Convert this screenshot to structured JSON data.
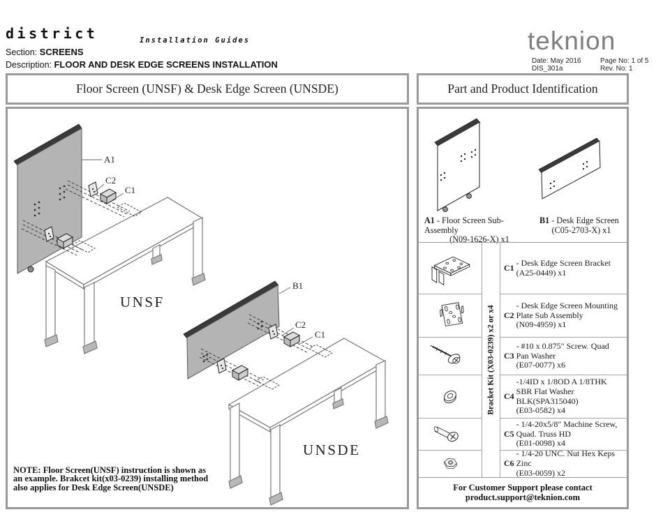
{
  "header": {
    "brand": "district",
    "guides": "Installation Guides",
    "section_label": "Section:",
    "section_value": "SCREENS",
    "description_label": "Description:",
    "description_value": "FLOOR AND DESK EDGE SCREENS INSTALLATION",
    "logo": "teknion",
    "date": "Date: May 2016",
    "page": "Page No: 1 of 5",
    "doc": "DIS_301a",
    "rev": "Rev. No: 1"
  },
  "left_panel": {
    "title": "Floor Screen (UNSF)  &  Desk Edge  Screen (UNSDE)",
    "labels": {
      "a1": "A1",
      "c2a": "C2",
      "c1a": "C1",
      "unsf": "UNSF",
      "b1": "B1",
      "c2b": "C2",
      "c1b": "C1",
      "unsde": "UNSDE"
    },
    "note": "NOTE: Floor Screen(UNSF) instruction is shown as\nan example. Brakcet kit(x03-0239) installing method\nalso applies for Desk Edge Screen(UNSDE)"
  },
  "right_panel": {
    "title": "Part and Product Identification",
    "a1": {
      "code": "A1",
      "name": "- Floor Screen Sub-Assembly",
      "part": "(N09-1626-X) x1"
    },
    "b1": {
      "code": "B1",
      "name": "- Desk Edge Screen",
      "part": "(C05-2703-X) x1"
    },
    "kit": "Bracket Kit (X03-0239) x2 or x4",
    "parts": [
      {
        "code": "C1",
        "icon": "bracket",
        "desc": "- Desk Edge Screen Bracket\n(A25-0449) x1"
      },
      {
        "code": "C2",
        "icon": "mounting-plate",
        "desc": "- Desk Edge Screen Mounting\nPlate Sub Assembly\n(N09-4959) x1"
      },
      {
        "code": "C3",
        "icon": "screw-quad-pan",
        "desc": "- #10 x 0.875\" Screw. Quad\nPan Washer\n(E07-0077) x6"
      },
      {
        "code": "C4",
        "icon": "flat-washer",
        "desc": "-1/4ID x 1/8OD A 1/8THK\nSBR Flat Washer\nBLK(SPA315040)\n(E03-0582) x4"
      },
      {
        "code": "C5",
        "icon": "machine-screw",
        "desc": "- 1/4-20x5/8\" Machine Screw,\nQuad. Truss HD\n(E01-0098) x4"
      },
      {
        "code": "C6",
        "icon": "hex-nut",
        "desc": "- 1/4-20 UNC. Nut Hex Keps\nZinc\n(E03-0059) x2"
      }
    ],
    "support": "For Customer Support please contact\nproduct.support@teknion.com"
  },
  "colors": {
    "screen_gray": "#b4b4b4",
    "screen_edge": "#3a3a3a",
    "panel_border": "#9a9a9a",
    "line_gray": "#777777",
    "logo_gray": "#7e7e7e"
  }
}
